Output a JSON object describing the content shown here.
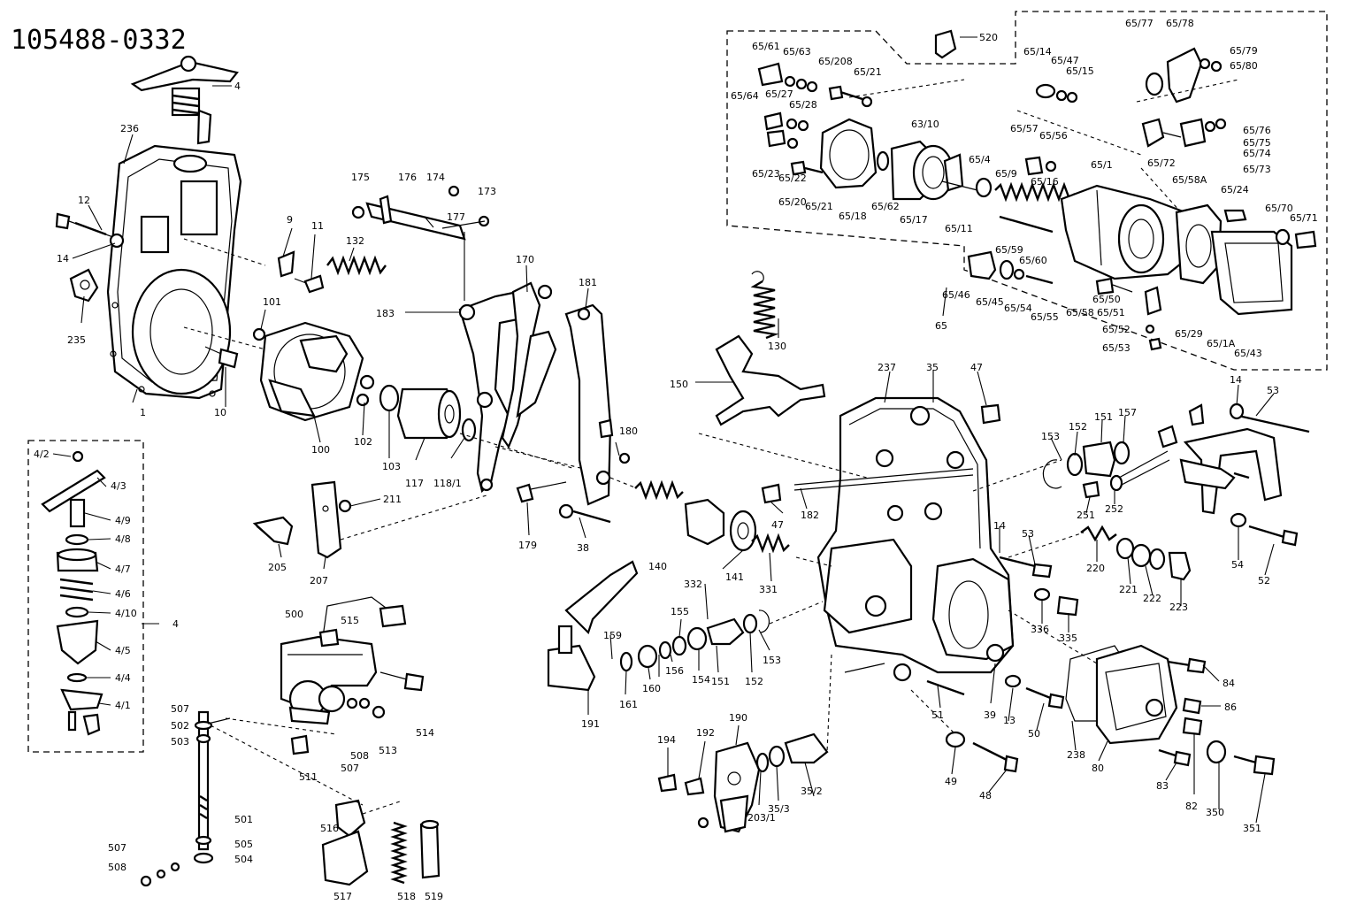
{
  "title": "105488-0332",
  "labels": {
    "l_4": "4",
    "l_236": "236",
    "l_12": "12",
    "l_14a": "14",
    "l_235": "235",
    "l_1": "1",
    "l_10": "10",
    "l_9": "9",
    "l_11": "11",
    "l_132": "132",
    "l_101": "101",
    "l_100": "100",
    "l_102": "102",
    "l_103": "103",
    "l_117": "117",
    "l_118_1": "118/1",
    "l_175": "175",
    "l_176": "176",
    "l_174": "174",
    "l_173": "173",
    "l_177": "177",
    "l_183": "183",
    "l_170": "170",
    "l_181": "181",
    "l_180": "180",
    "l_179": "179",
    "l_38": "38",
    "l_211": "211",
    "l_205": "205",
    "l_207": "207",
    "l_4_2": "4/2",
    "l_4_3": "4/3",
    "l_4_9": "4/9",
    "l_4_8": "4/8",
    "l_4_7": "4/7",
    "l_4_6": "4/6",
    "l_4_10": "4/10",
    "l_4b": "4",
    "l_4_5": "4/5",
    "l_4_4": "4/4",
    "l_4_1": "4/1",
    "l_500": "500",
    "l_515": "515",
    "l_514": "514",
    "l_507a": "507",
    "l_502": "502",
    "l_503": "503",
    "l_511": "511",
    "l_507b": "507",
    "l_508a": "508",
    "l_513": "513",
    "l_501": "501",
    "l_505": "505",
    "l_504": "504",
    "l_507c": "507",
    "l_508b": "508",
    "l_516": "516",
    "l_517": "517",
    "l_518": "518",
    "l_519": "519",
    "l_140": "140",
    "l_332": "332",
    "l_141": "141",
    "l_331": "331",
    "l_191": "191",
    "l_159": "159",
    "l_161": "161",
    "l_160": "160",
    "l_155": "155",
    "l_156": "156",
    "l_154": "154",
    "l_151a": "151",
    "l_152a": "152",
    "l_153a": "153",
    "l_194": "194",
    "l_192": "192",
    "l_190": "190",
    "l_203_1": "203/1",
    "l_35_3": "35/3",
    "l_35_2": "35/2",
    "l_150": "150",
    "l_130": "130",
    "l_237": "237",
    "l_35": "35",
    "l_47a": "47",
    "l_47b": "47",
    "l_182": "182",
    "l_14b": "14",
    "l_53a": "53",
    "l_336": "336",
    "l_335": "335",
    "l_51": "51",
    "l_39": "39",
    "l_13": "13",
    "l_50": "50",
    "l_49": "49",
    "l_48": "48",
    "l_153b": "153",
    "l_152b": "152",
    "l_151b": "151",
    "l_157": "157",
    "l_251": "251",
    "l_252": "252",
    "l_220": "220",
    "l_221": "221",
    "l_222": "222",
    "l_223": "223",
    "l_14c": "14",
    "l_53b": "53",
    "l_54": "54",
    "l_52": "52",
    "l_238": "238",
    "l_80": "80",
    "l_84": "84",
    "l_86": "86",
    "l_83": "83",
    "l_82": "82",
    "l_350": "350",
    "l_351": "351",
    "l_520": "520",
    "l_65_61": "65/61",
    "l_65_63": "65/63",
    "l_65_64": "65/64",
    "l_65_27": "65/27",
    "l_65_208": "65/208",
    "l_65_21a": "65/21",
    "l_65_28": "65/28",
    "l_65_23": "65/23",
    "l_65_22": "65/22",
    "l_65_20": "65/20",
    "l_65_21b": "65/21",
    "l_65_18": "65/18",
    "l_65_62": "65/62",
    "l_63_10": "63/10",
    "l_65_17": "65/17",
    "l_65_11": "65/11",
    "l_65_4": "65/4",
    "l_65_9": "65/9",
    "l_65_57": "65/57",
    "l_65_56": "65/56",
    "l_65_16": "65/16",
    "l_65_14": "65/14",
    "l_65_47": "65/47",
    "l_65_15": "65/15",
    "l_65_1": "65/1",
    "l_65_77": "65/77",
    "l_65_78": "65/78",
    "l_65_79": "65/79",
    "l_65_80": "65/80",
    "l_65_76": "65/76",
    "l_65_75": "65/75",
    "l_65_74": "65/74",
    "l_65_73": "65/73",
    "l_65_72": "65/72",
    "l_65_58a": "65/58A",
    "l_65_24": "65/24",
    "l_65_70": "65/70",
    "l_65_71": "65/71",
    "l_65_59": "65/59",
    "l_65_60": "65/60",
    "l_65_46": "65/46",
    "l_65_45": "65/45",
    "l_65_54": "65/54",
    "l_65_55": "65/55",
    "l_65_50": "65/50",
    "l_65_51": "65/51",
    "l_65_58b": "65/58",
    "l_65_52": "65/52",
    "l_65_53": "65/53",
    "l_65_29": "65/29",
    "l_65_1a": "65/1A",
    "l_65_43": "65/43",
    "l_65": "65"
  }
}
